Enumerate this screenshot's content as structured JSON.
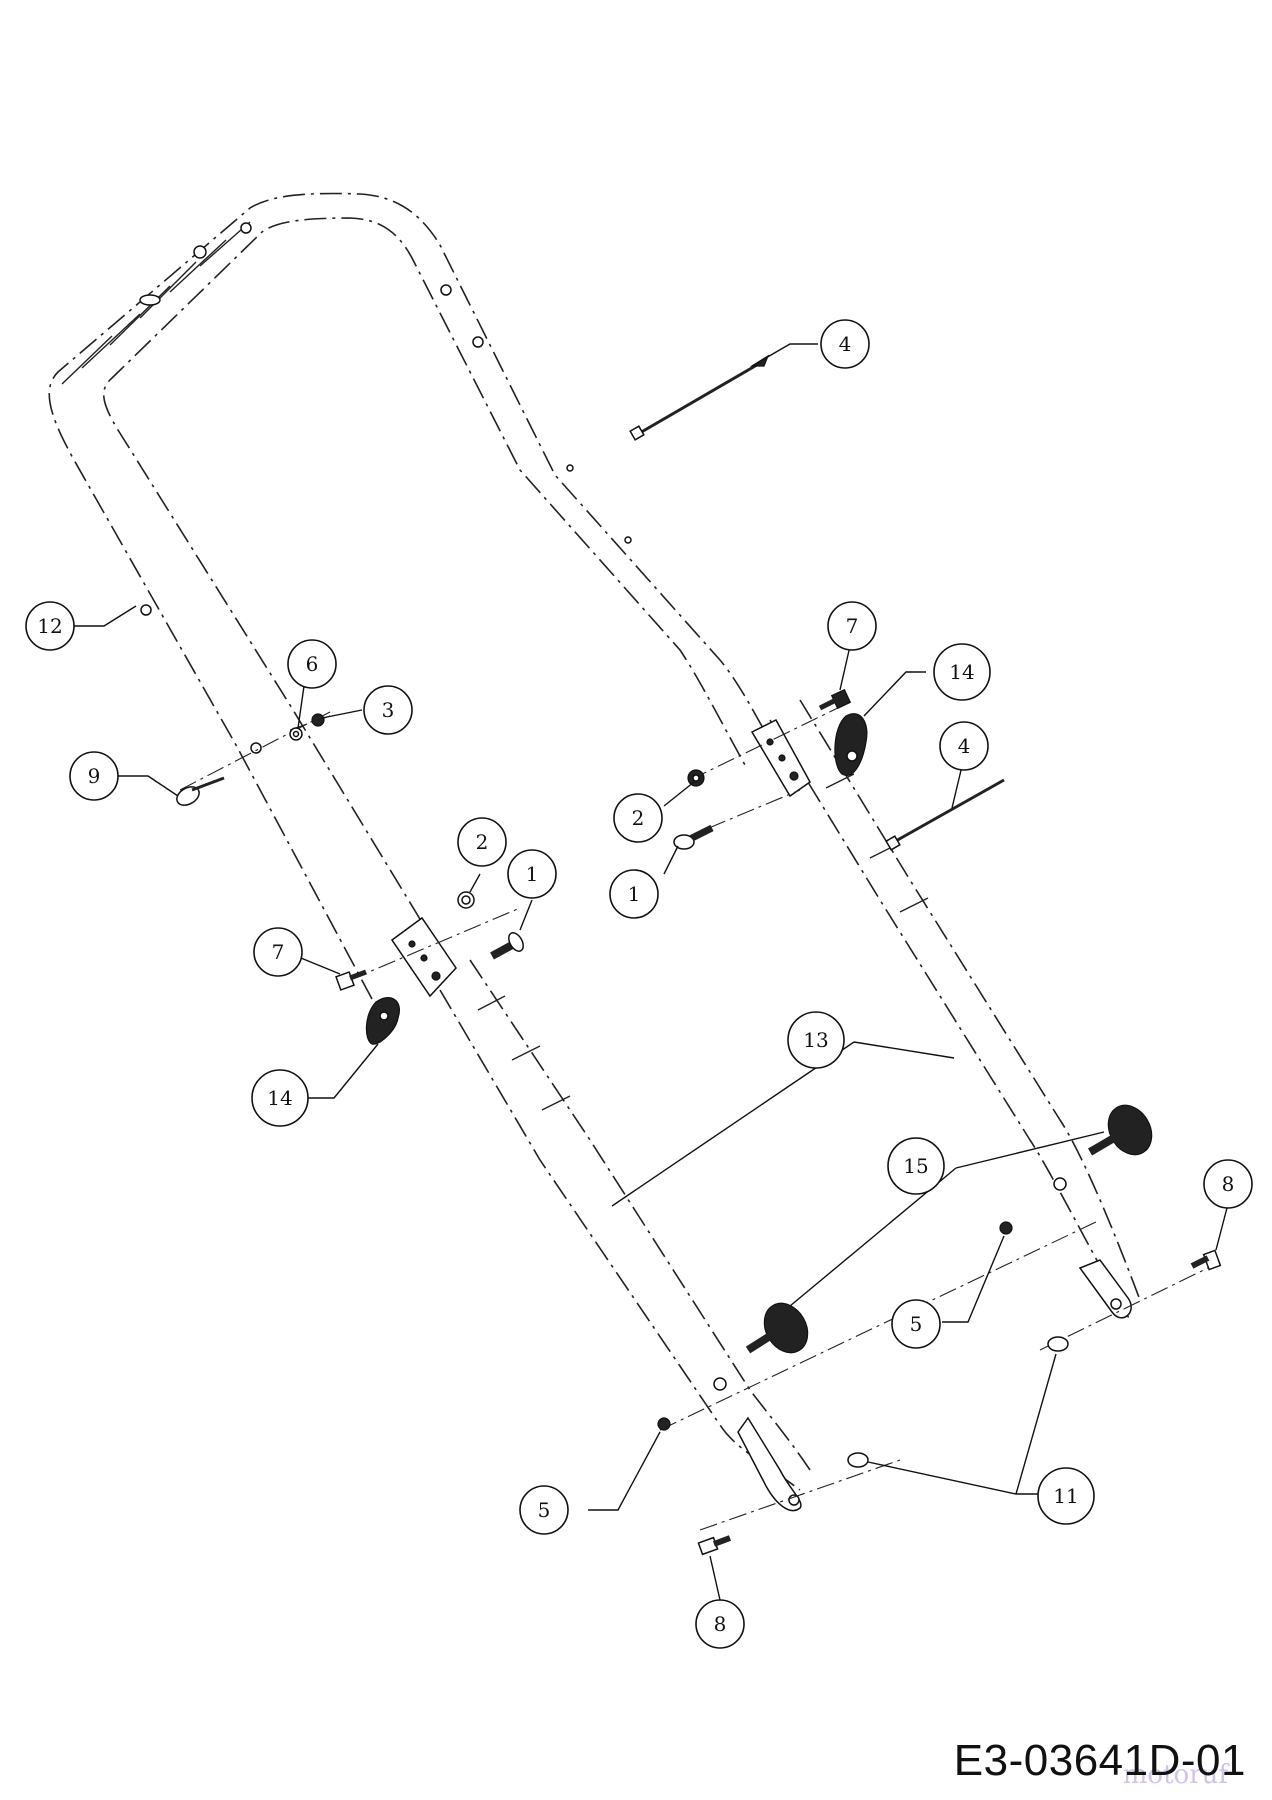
{
  "document_code": "E3-03641D-01",
  "watermark": "motoruf",
  "callouts": [
    {
      "id": "c-4-top",
      "label": "4"
    },
    {
      "id": "c-12",
      "label": "12"
    },
    {
      "id": "c-6",
      "label": "6"
    },
    {
      "id": "c-3",
      "label": "3"
    },
    {
      "id": "c-9",
      "label": "9"
    },
    {
      "id": "c-7-right",
      "label": "7"
    },
    {
      "id": "c-14-right",
      "label": "14"
    },
    {
      "id": "c-4-right",
      "label": "4"
    },
    {
      "id": "c-2-right",
      "label": "2"
    },
    {
      "id": "c-1-right",
      "label": "1"
    },
    {
      "id": "c-2-left",
      "label": "2"
    },
    {
      "id": "c-1-left",
      "label": "1"
    },
    {
      "id": "c-7-left",
      "label": "7"
    },
    {
      "id": "c-14-left",
      "label": "14"
    },
    {
      "id": "c-13",
      "label": "13"
    },
    {
      "id": "c-15",
      "label": "15"
    },
    {
      "id": "c-8-right",
      "label": "8"
    },
    {
      "id": "c-5-right",
      "label": "5"
    },
    {
      "id": "c-11",
      "label": "11"
    },
    {
      "id": "c-5-left",
      "label": "5"
    },
    {
      "id": "c-8-bottom",
      "label": "8"
    }
  ]
}
